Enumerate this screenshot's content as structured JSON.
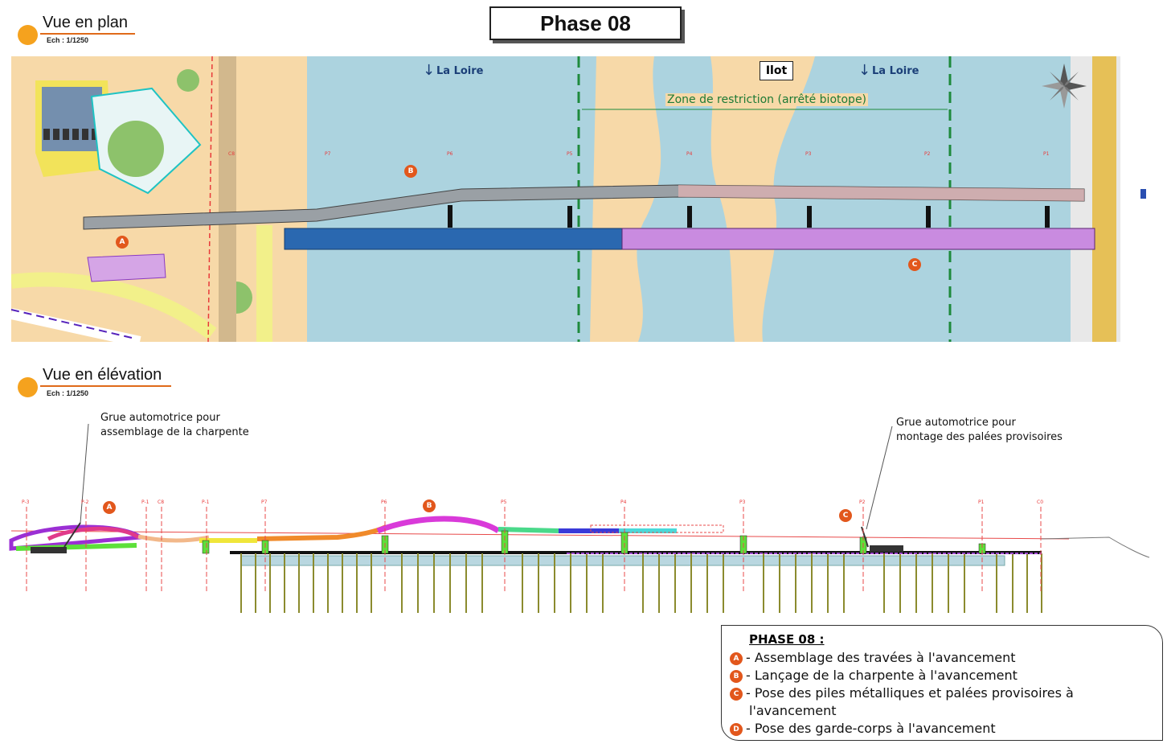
{
  "phase_title": "Phase 08",
  "plan": {
    "title": "Vue en plan",
    "scale": "Ech : 1/1250",
    "river_label_1": "La Loire",
    "river_label_2": "La Loire",
    "island_label": "Ilot",
    "restriction_label": "Zone de restriction (arrêté biotope)",
    "piers": [
      "P7",
      "P6",
      "P5",
      "P4",
      "P3",
      "P2",
      "P1"
    ],
    "abutment": "C8",
    "markers": [
      "A",
      "B",
      "C"
    ]
  },
  "elevation": {
    "title": "Vue en élévation",
    "scale": "Ech : 1/1250",
    "crane_left_line1": "Grue automotrice pour",
    "crane_left_line2": "assemblage de la charpente",
    "crane_right_line1": "Grue automotrice pour",
    "crane_right_line2": "montage des palées provisoires",
    "axis_labels": [
      "P-3",
      "P-2",
      "P-1",
      "C8",
      "P-1",
      "P7",
      "P6",
      "P5",
      "P4",
      "P3",
      "P2",
      "P1",
      "C0"
    ],
    "markers": [
      "A",
      "B",
      "C"
    ]
  },
  "legend": {
    "title": "PHASE 08 :",
    "items": [
      {
        "marker": "A",
        "text": "- Assemblage des travées à l'avancement"
      },
      {
        "marker": "B",
        "text": "- Lançage de la charpente à l'avancement"
      },
      {
        "marker": "C",
        "text": "- Pose des piles métalliques et palées provisoires à"
      },
      {
        "marker": "",
        "text": "l'avancement"
      },
      {
        "marker": "D",
        "text": "- Pose des garde-corps à l'avancement"
      }
    ]
  },
  "colors": {
    "water": "#acd3df",
    "sand": "#f7d9a8",
    "accent": "#e2571c",
    "restriction_line": "#1e8a3c"
  }
}
